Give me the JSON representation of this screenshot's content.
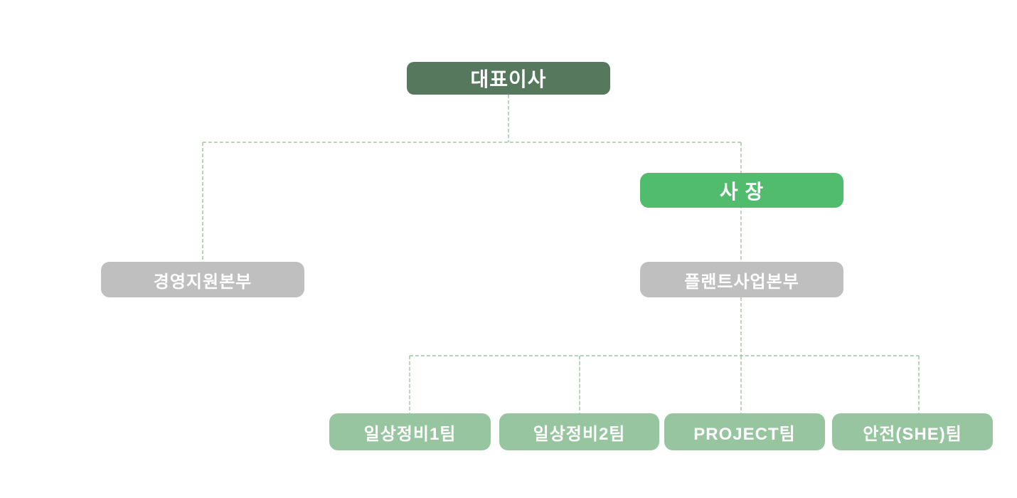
{
  "page": {
    "background_color": "#FFFFFF",
    "type": "organization-chart"
  },
  "org_chart": {
    "nodes": {
      "ceo": {
        "label": "대표이사"
      },
      "president": {
        "label": "사 장"
      },
      "division_left": {
        "label": "경영지원본부"
      },
      "division_right": {
        "label": "플랜트사업본부"
      },
      "teams": [
        {
          "label": "일상정비1팀"
        },
        {
          "label": "일상정비2팀"
        },
        {
          "label": "PROJECT팀"
        },
        {
          "label": "안전(SHE)팀"
        }
      ]
    },
    "hierarchy": {
      "ceo_children": [
        "경영지원본부",
        "사 장"
      ],
      "president_children": [
        "플랜트사업본부"
      ],
      "division_right_children": [
        "일상정비1팀",
        "일상정비2팀",
        "PROJECT팀",
        "안전(SHE)팀"
      ]
    },
    "colors": {
      "ceo_bg": "#56795E",
      "president_bg": "#51BC6D",
      "division_bg": "#BFBFBF",
      "team_bg": "#96C5A0",
      "connector_line": "#9FC5A6",
      "label_text": "#FFFFFF"
    },
    "connector_style": "dashed"
  }
}
